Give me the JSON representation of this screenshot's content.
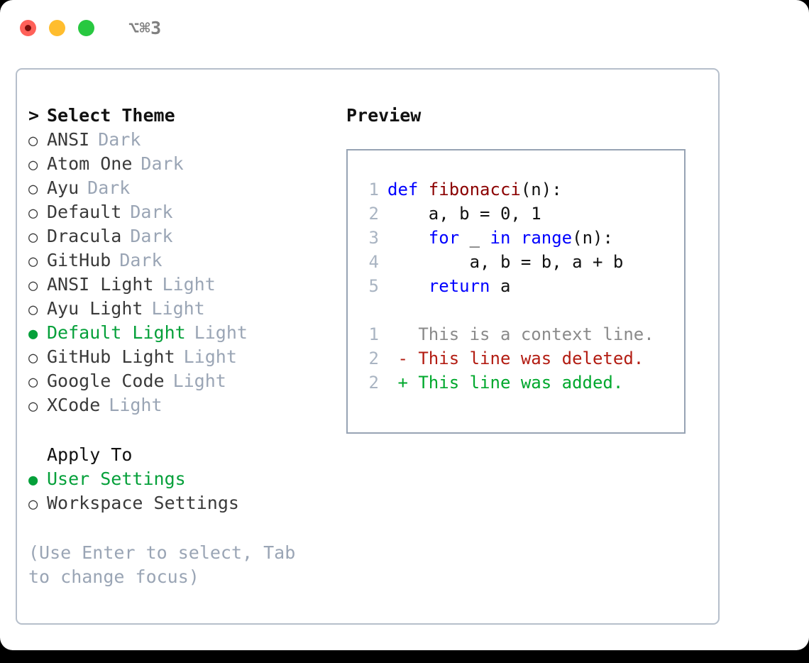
{
  "titlebar": {
    "shortcut": "⌥⌘3",
    "buttons": [
      {
        "name": "close",
        "color": "#ff6159"
      },
      {
        "name": "minimize",
        "color": "#ffbd2e"
      },
      {
        "name": "maximize",
        "color": "#28c840"
      }
    ]
  },
  "left": {
    "heading": "Select Theme",
    "caret": ">",
    "marker_unselected": "○",
    "marker_selected": "●",
    "themes": [
      {
        "label": "ANSI",
        "tag": "Dark",
        "selected": false
      },
      {
        "label": "Atom One",
        "tag": "Dark",
        "selected": false
      },
      {
        "label": "Ayu",
        "tag": "Dark",
        "selected": false
      },
      {
        "label": "Default",
        "tag": "Dark",
        "selected": false
      },
      {
        "label": "Dracula",
        "tag": "Dark",
        "selected": false
      },
      {
        "label": "GitHub",
        "tag": "Dark",
        "selected": false
      },
      {
        "label": "ANSI Light",
        "tag": "Light",
        "selected": false
      },
      {
        "label": "Ayu Light",
        "tag": "Light",
        "selected": false
      },
      {
        "label": "Default Light",
        "tag": "Light",
        "selected": true
      },
      {
        "label": "GitHub Light",
        "tag": "Light",
        "selected": false
      },
      {
        "label": "Google Code",
        "tag": "Light",
        "selected": false
      },
      {
        "label": "XCode",
        "tag": "Light",
        "selected": false
      }
    ],
    "apply_to": {
      "heading": "Apply To",
      "options": [
        {
          "label": "User Settings",
          "selected": true
        },
        {
          "label": "Workspace Settings",
          "selected": false
        }
      ]
    },
    "hint": "(Use Enter to select, Tab to change focus)"
  },
  "right": {
    "title": "Preview",
    "code": [
      {
        "no": "1",
        "tokens": [
          {
            "t": "def ",
            "c": "kw"
          },
          {
            "t": "fibonacci",
            "c": "fn"
          },
          {
            "t": "(n):",
            "c": "pl"
          }
        ]
      },
      {
        "no": "2",
        "tokens": [
          {
            "t": "    a, b = 0, 1",
            "c": "pl"
          }
        ]
      },
      {
        "no": "3",
        "tokens": [
          {
            "t": "    ",
            "c": "pl"
          },
          {
            "t": "for",
            "c": "kw"
          },
          {
            "t": " _ ",
            "c": "pl"
          },
          {
            "t": "in",
            "c": "kw"
          },
          {
            "t": " ",
            "c": "pl"
          },
          {
            "t": "range",
            "c": "bi"
          },
          {
            "t": "(n):",
            "c": "pl"
          }
        ]
      },
      {
        "no": "4",
        "tokens": [
          {
            "t": "        a, b = b, a + b",
            "c": "pl"
          }
        ]
      },
      {
        "no": "5",
        "tokens": [
          {
            "t": "    ",
            "c": "pl"
          },
          {
            "t": "return",
            "c": "kw"
          },
          {
            "t": " a",
            "c": "pl"
          }
        ]
      }
    ],
    "diff": [
      {
        "no": "1",
        "sign": " ",
        "text": "This is a context line.",
        "kind": "ctx"
      },
      {
        "no": "2",
        "sign": "-",
        "text": "This line was deleted.",
        "kind": "del"
      },
      {
        "no": "2",
        "sign": "+",
        "text": "This line was added.",
        "kind": "add"
      }
    ]
  },
  "colors": {
    "accent_green": "#05a03a",
    "muted": "#9aa5b5",
    "border": "#b6bfcb",
    "preview_border": "#97a3b4",
    "keyword_blue": "#0000ff",
    "function_red": "#8b0000",
    "diff_delete": "#b31d13",
    "diff_add": "#00a82d",
    "lineno": "#a9b4c2"
  }
}
